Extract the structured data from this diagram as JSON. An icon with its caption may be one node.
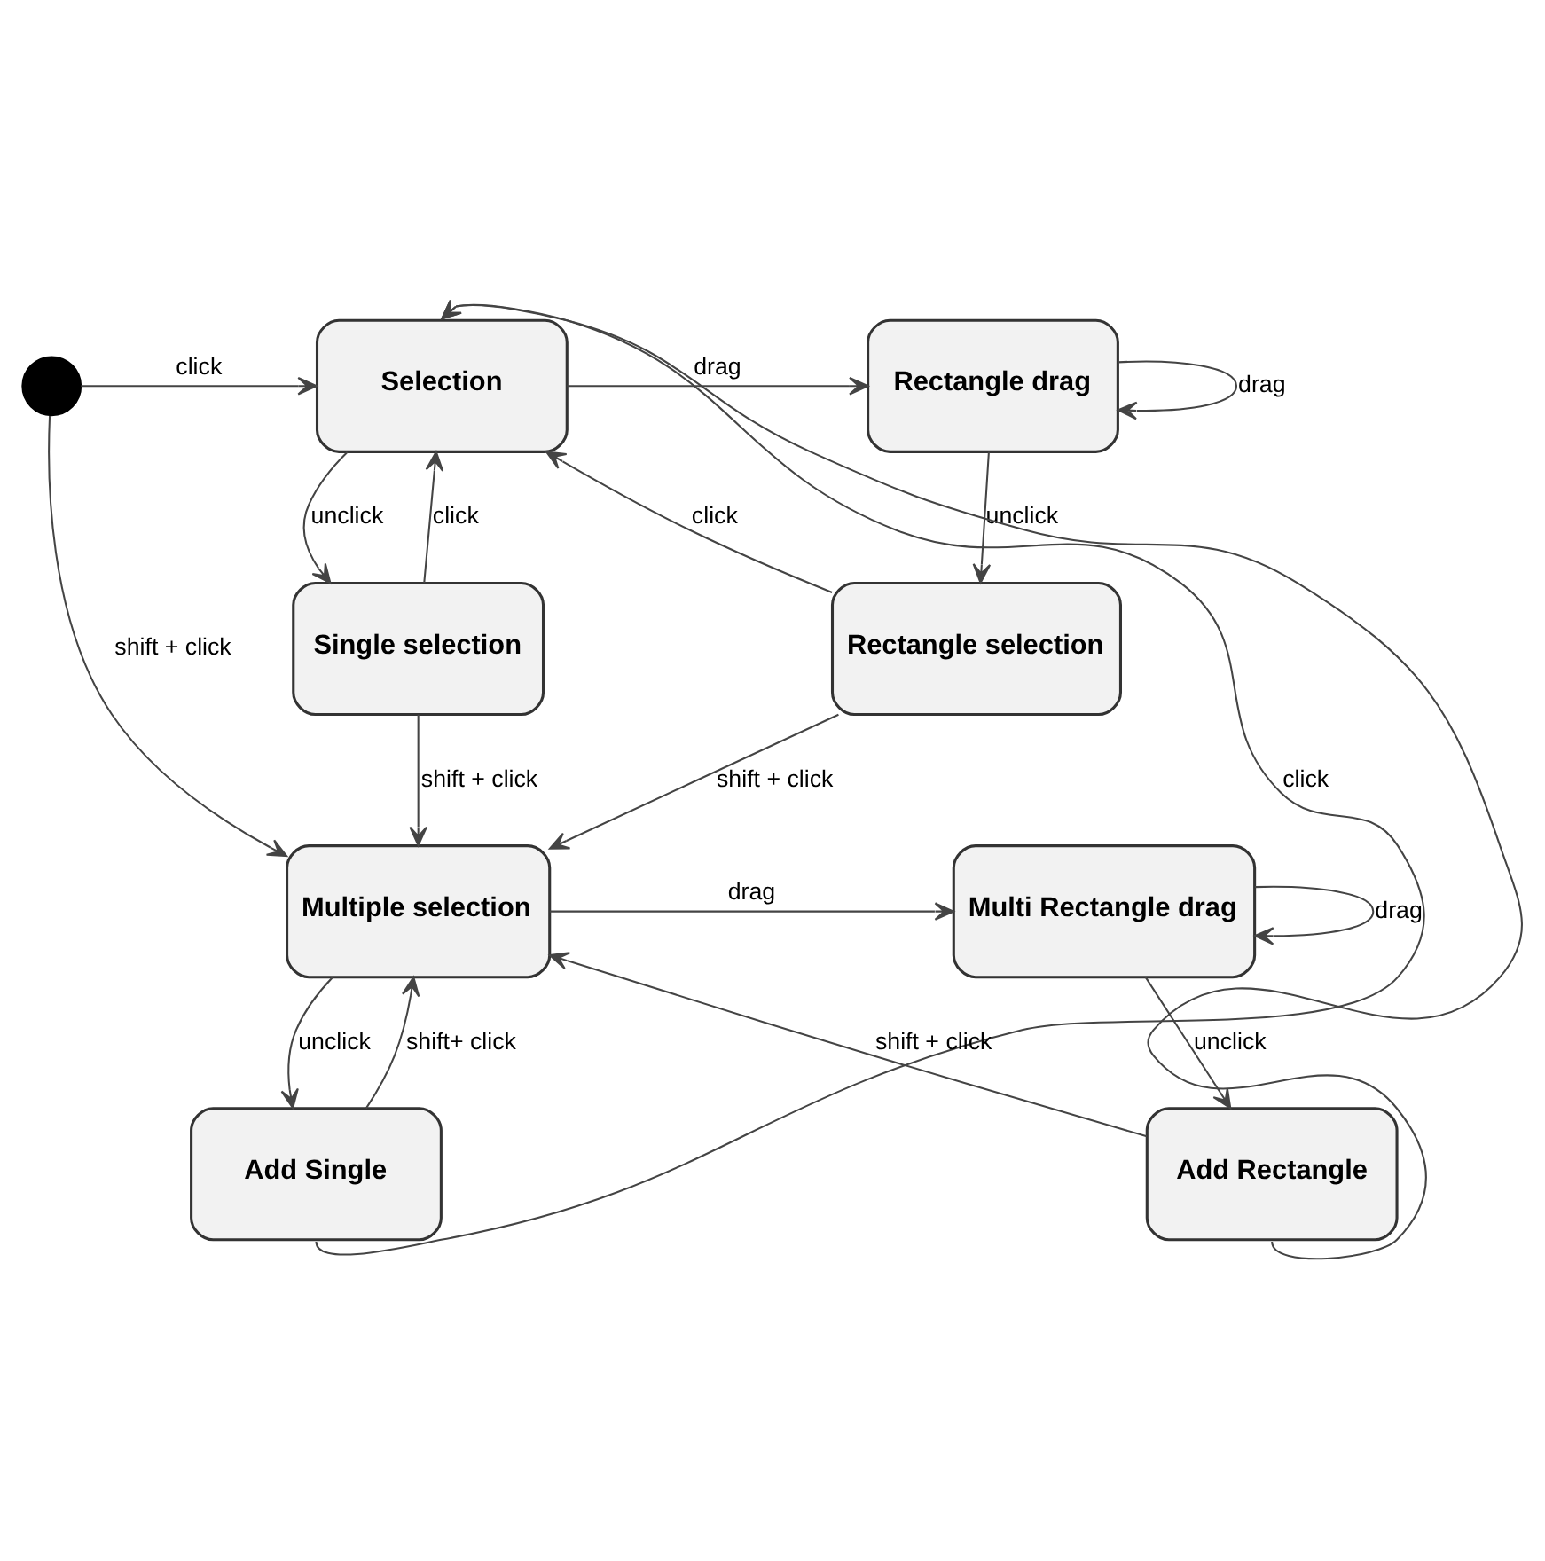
{
  "diagram": {
    "nodes": [
      {
        "text": [],
        "shape": "circle"
      },
      {
        "text": [
          "Selection"
        ]
      },
      {
        "text": [
          "Rectangle drag"
        ]
      },
      {
        "text": [
          "Single selection"
        ]
      },
      {
        "text": [
          "Rectangle selection"
        ]
      },
      {
        "text": [
          "Multiple selection"
        ]
      },
      {
        "text": [
          "Multi Rectangle drag"
        ]
      },
      {
        "text": [
          "Add Single"
        ]
      },
      {
        "text": [
          "Add Rectangle"
        ]
      }
    ],
    "edges": [
      {
        "from": 0,
        "to": 1,
        "arrow": "to",
        "label": "click"
      },
      {
        "from": 1,
        "to": 2,
        "arrow": "to",
        "label": "drag"
      },
      {
        "from": 2,
        "to": 2,
        "arrow": "to",
        "label": "drag"
      },
      {
        "from": 1,
        "to": 3,
        "arrow": "to",
        "label": "unclick"
      },
      {
        "from": 3,
        "to": 1,
        "arrow": "to",
        "label": "click"
      },
      {
        "from": 2,
        "to": 4,
        "arrow": "to",
        "label": "unclick"
      },
      {
        "from": 4,
        "to": 1,
        "arrow": "to",
        "label": "click"
      },
      {
        "from": 3,
        "to": 5,
        "arrow": "to",
        "label": "shift + click"
      },
      {
        "from": 4,
        "to": 5,
        "arrow": "to",
        "label": "shift + click"
      },
      {
        "from": 0,
        "to": 5,
        "arrow": "to",
        "label": "shift + click"
      },
      {
        "from": 5,
        "to": 6,
        "arrow": "to",
        "label": "drag"
      },
      {
        "from": 6,
        "to": 6,
        "arrow": "to",
        "label": "drag"
      },
      {
        "from": 5,
        "to": 7,
        "arrow": "to",
        "label": "unclick"
      },
      {
        "from": 7,
        "to": 5,
        "arrow": "to",
        "label": "shift+ click"
      },
      {
        "from": 6,
        "to": 8,
        "arrow": "to",
        "label": "unclick"
      },
      {
        "from": 8,
        "to": 5,
        "arrow": "to",
        "label": "shift + click"
      },
      {
        "from": 7,
        "to": 1,
        "arrow": "to",
        "label": "click"
      },
      {
        "from": 8,
        "to": 1,
        "arrow": "to"
      }
    ]
  }
}
